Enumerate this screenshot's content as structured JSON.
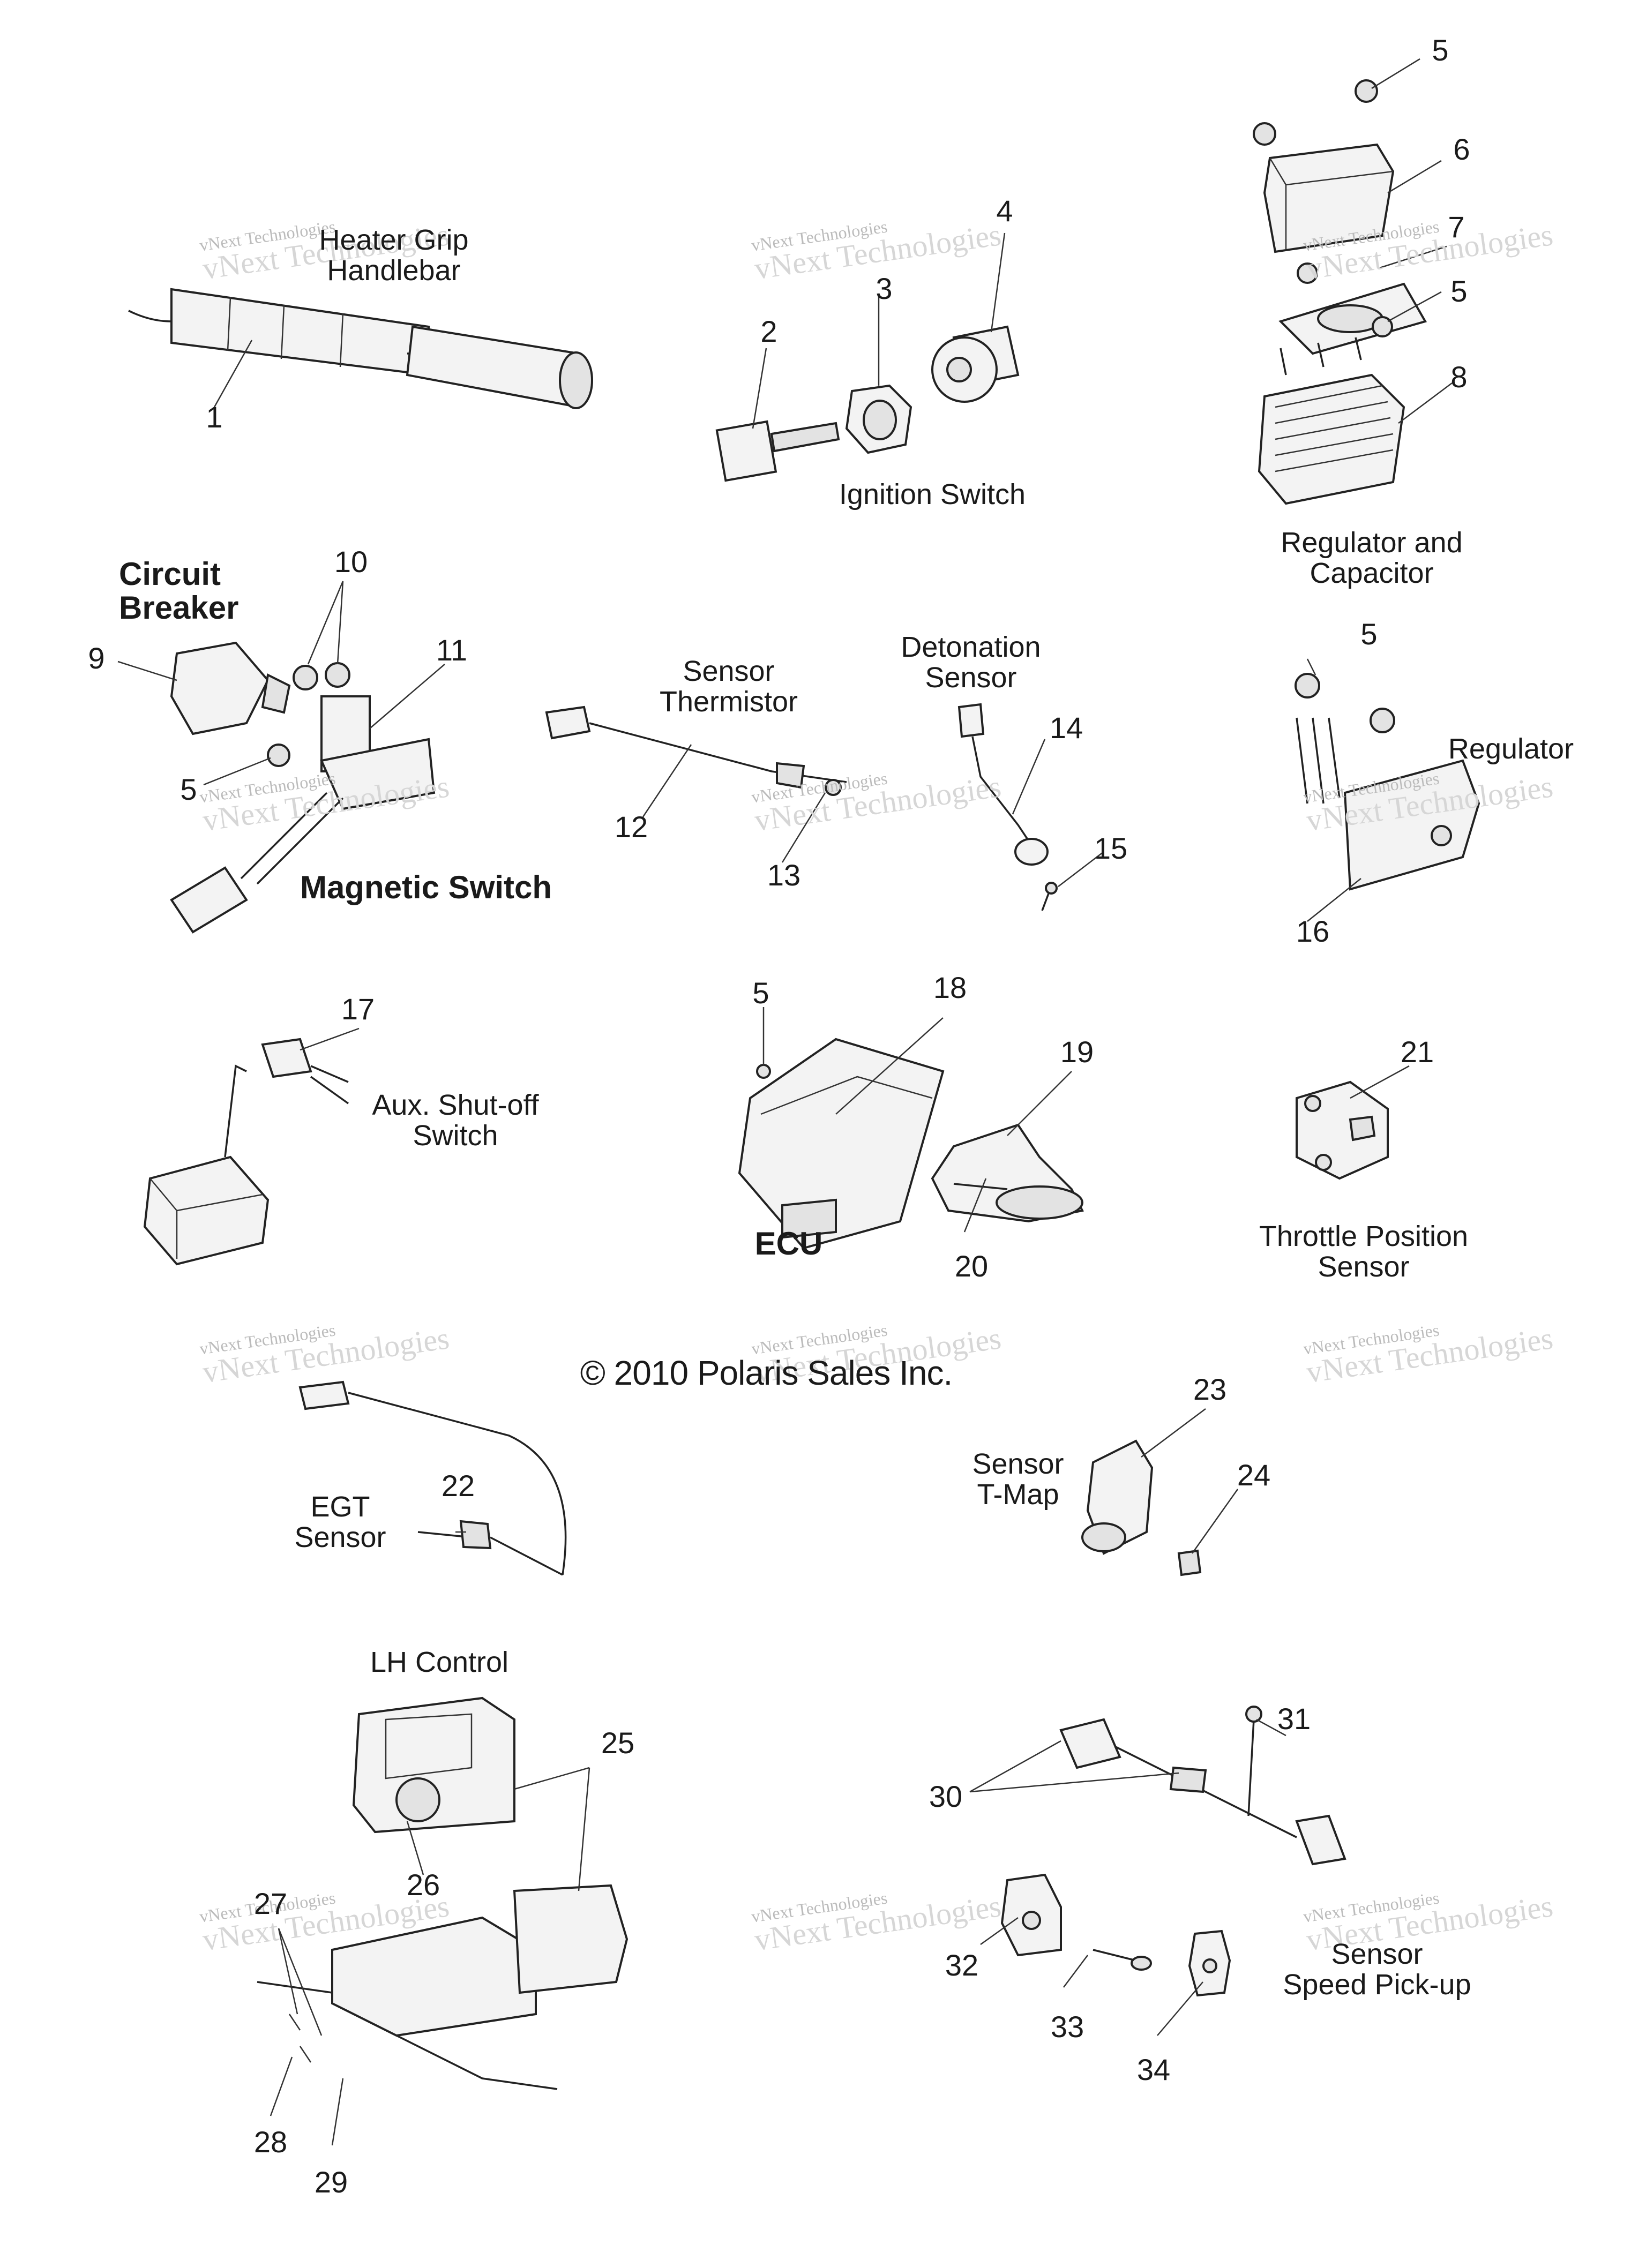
{
  "section_titles": {
    "heater_grip": "Heater Grip\nHandlebar",
    "ignition_switch": "Ignition Switch",
    "regulator_capacitor": "Regulator and Capacitor",
    "circuit_breaker": "Circuit\nBreaker",
    "sensor_thermistor": "Sensor\nThermistor",
    "detonation_sensor": "Detonation\nSensor",
    "regulator": "Regulator",
    "magnetic_switch": "Magnetic Switch",
    "aux_shutoff": "Aux. Shut-off\nSwitch",
    "ecu": "ECU",
    "throttle_position": "Throttle Position\nSensor",
    "egt_sensor": "EGT\nSensor",
    "sensor_tmap": "Sensor\nT-Map",
    "lh_control": "LH Control",
    "speed_pickup": "Sensor\nSpeed Pick-up"
  },
  "copyright": "© 2010 Polaris Sales Inc.",
  "watermark": {
    "line1": "vNext Technologies",
    "line2": "vNext\nTechnologies"
  },
  "callouts": [
    "1",
    "2",
    "3",
    "4",
    "5",
    "6",
    "7",
    "5",
    "8",
    "10",
    "11",
    "9",
    "5",
    "12",
    "13",
    "14",
    "15",
    "5",
    "16",
    "17",
    "5",
    "18",
    "19",
    "20",
    "21",
    "23",
    "24",
    "22",
    "25",
    "26",
    "27",
    "28",
    "29",
    "30",
    "31",
    "32",
    "33",
    "34"
  ]
}
